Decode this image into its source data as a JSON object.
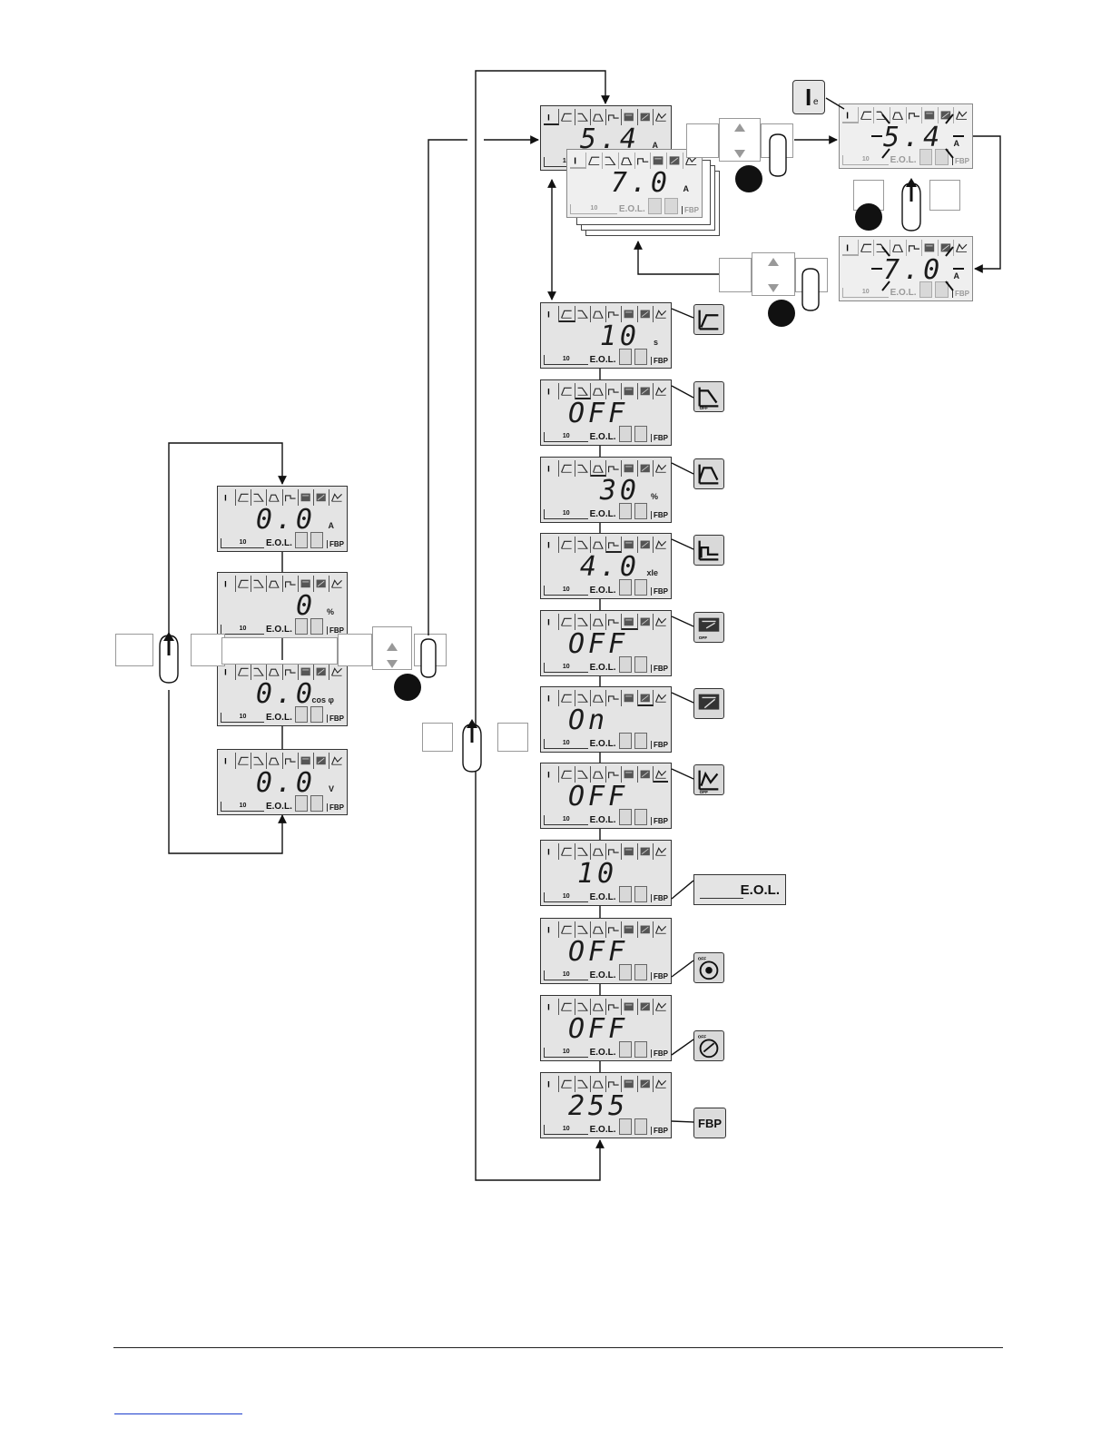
{
  "readouts": [
    {
      "value": "0.0",
      "unit": "A"
    },
    {
      "value": "0",
      "unit": "%"
    },
    {
      "value": "0.0",
      "unit": "cos φ"
    },
    {
      "value": "0.0",
      "unit": "V"
    }
  ],
  "settings": [
    {
      "value": "5.4",
      "unit": "A"
    },
    {
      "value": "7.0",
      "unit": "A"
    },
    {
      "value": "10",
      "unit": "s"
    },
    {
      "value": "OFF",
      "unit": ""
    },
    {
      "value": "30",
      "unit": "%"
    },
    {
      "value": "4.0",
      "unit": "xIe"
    },
    {
      "value": "OFF",
      "unit": ""
    },
    {
      "value": "On",
      "unit": ""
    },
    {
      "value": "OFF",
      "unit": ""
    },
    {
      "value": "10",
      "unit": ""
    },
    {
      "value": "OFF",
      "unit": ""
    },
    {
      "value": "OFF",
      "unit": ""
    },
    {
      "value": "255",
      "unit": ""
    }
  ],
  "edit_displays": [
    {
      "value": "5.4",
      "unit": "A"
    },
    {
      "value": "7.0",
      "unit": "A"
    }
  ],
  "lcd_bottom": {
    "class_label": "10",
    "eol_label": "E.O.L.",
    "fbp_label": "FBP"
  },
  "side_labels": {
    "eol": "E.O.L.",
    "fbp": "FBP",
    "off": "OFF"
  },
  "ie_key": {
    "letter": "I",
    "subscript": "e"
  }
}
